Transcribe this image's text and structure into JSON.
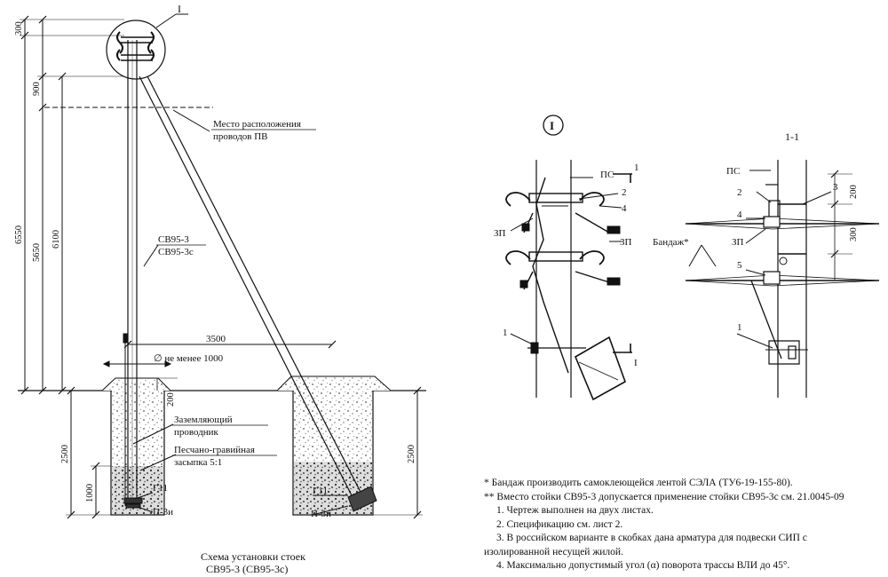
{
  "left": {
    "callout": "I",
    "dims_vertical": [
      "300",
      "900",
      "6550",
      "5650",
      "6100",
      "200",
      "2500",
      "1000",
      "2500"
    ],
    "dims_horizontal": [
      "3500"
    ],
    "diameter_label": "∅ не менее 1000",
    "pole_label": [
      "СВ95-3",
      "СВ95-3с"
    ],
    "wires_label": [
      "Место расположения",
      "проводов ПВ"
    ],
    "ground_label": [
      "Заземляющий",
      "проводник"
    ],
    "backfill_label": [
      "Песчано-гравийная",
      "засыпка 5:1"
    ],
    "g11": "Г11",
    "p3i": "П-3и",
    "caption": [
      "Схема установки стоек",
      "СВ95-3 (СВ95-3с)"
    ]
  },
  "detail": {
    "title": "I",
    "section_mark": "1",
    "section_mark_bottom": "I",
    "ps": "ПС",
    "zp": "ЗП",
    "num2": "2",
    "num4": "4",
    "num1": "1"
  },
  "section": {
    "title": "1-1",
    "ps": "ПС",
    "zp": "ЗП",
    "bandage": "Бандаж*",
    "nums": [
      "2",
      "3",
      "4",
      "5",
      "1"
    ],
    "dims": [
      "200",
      "300"
    ]
  },
  "notes": [
    "* Бандаж производить самоклеющейся лентой СЭЛА (ТУ6-19-155-80).",
    "** Вместо стойки СВ95-3 допускается применение стойки СВ95-3с см. 21.0045-09",
    "1. Чертеж выполнен на двух листах.",
    "2. Спецификацию см. лист 2.",
    "3. В российском варианте в скобках дана арматура для подвески СИП с",
    "изолированной несущей жилой.",
    "4. Максимально допустимый угол (α) поворота трассы ВЛИ до 45°."
  ]
}
